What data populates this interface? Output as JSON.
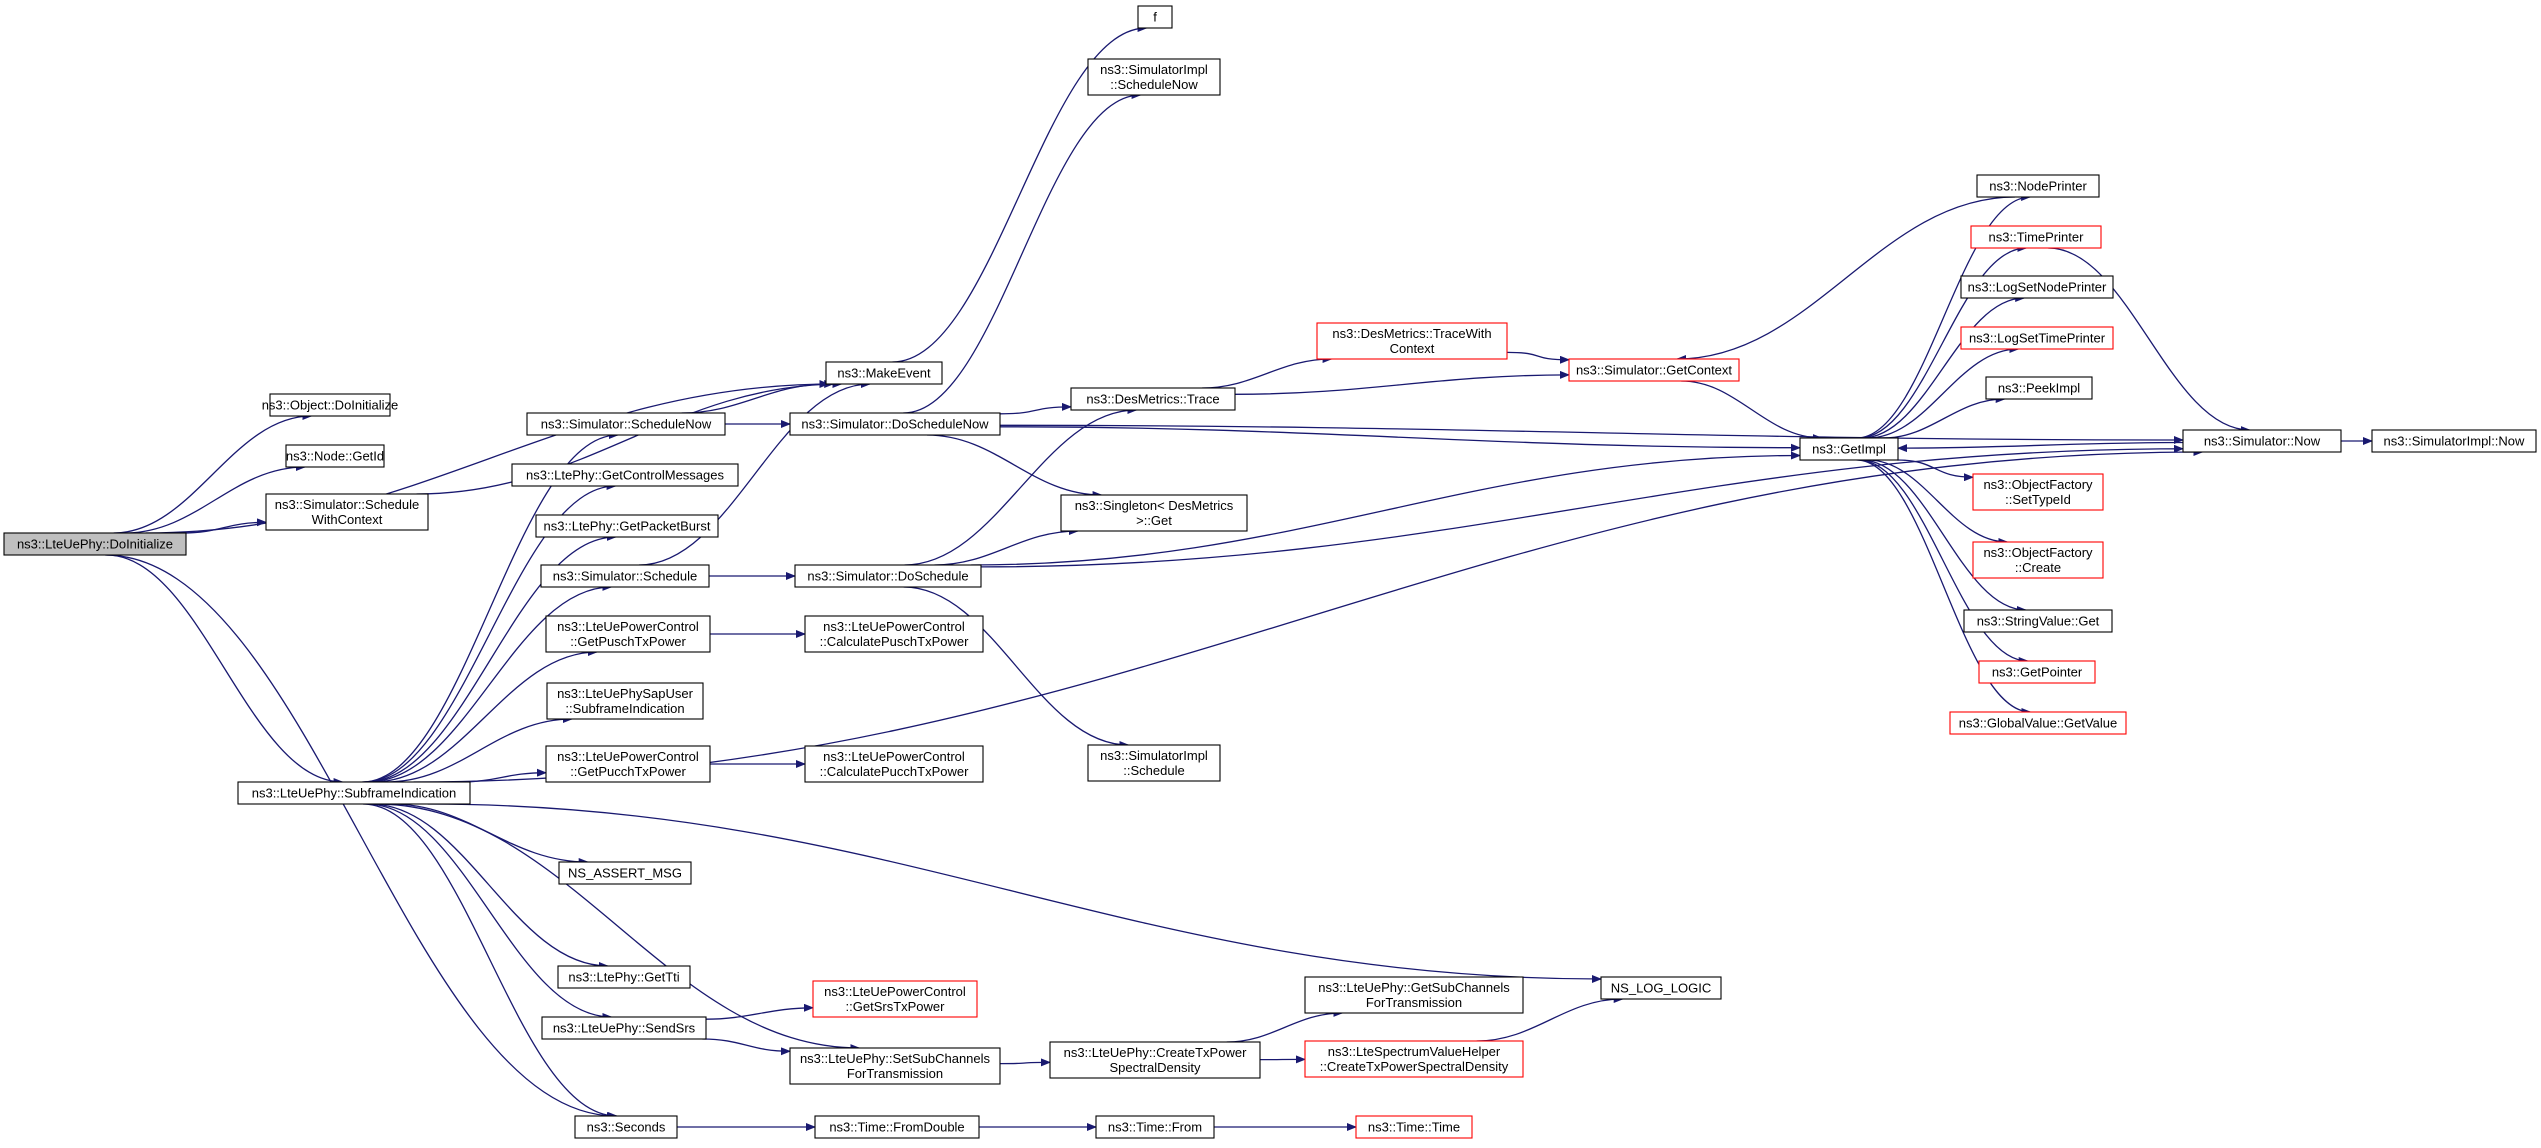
{
  "colors": {
    "edge": "#191970",
    "node_border": "#000000",
    "truncated_border": "#ff0000",
    "root_fill": "#bfbfbf",
    "node_fill": "#ffffff"
  },
  "nodes": [
    {
      "id": "root",
      "lines": [
        "ns3::LteUePhy::DoInitialize"
      ],
      "style": "root"
    },
    {
      "id": "obj_doinit",
      "lines": [
        "ns3::Object::DoInitialize"
      ],
      "style": "normal"
    },
    {
      "id": "node_getid",
      "lines": [
        "ns3::Node::GetId"
      ],
      "style": "normal"
    },
    {
      "id": "sim_schedwc",
      "lines": [
        "ns3::Simulator::Schedule",
        "WithContext"
      ],
      "style": "normal"
    },
    {
      "id": "subframe",
      "lines": [
        "ns3::LteUePhy::SubframeIndication"
      ],
      "style": "normal"
    },
    {
      "id": "sim_schednow",
      "lines": [
        "ns3::Simulator::ScheduleNow"
      ],
      "style": "normal"
    },
    {
      "id": "getctrlmsg",
      "lines": [
        "ns3::LtePhy::GetControlMessages"
      ],
      "style": "normal"
    },
    {
      "id": "getpktburst",
      "lines": [
        "ns3::LtePhy::GetPacketBurst"
      ],
      "style": "normal"
    },
    {
      "id": "sim_schedule",
      "lines": [
        "ns3::Simulator::Schedule"
      ],
      "style": "normal"
    },
    {
      "id": "getpusch",
      "lines": [
        "ns3::LteUePowerControl",
        "::GetPuschTxPower"
      ],
      "style": "normal"
    },
    {
      "id": "sapuser",
      "lines": [
        "ns3::LteUePhySapUser",
        "::SubframeIndication"
      ],
      "style": "normal"
    },
    {
      "id": "getpucch",
      "lines": [
        "ns3::LteUePowerControl",
        "::GetPucchTxPower"
      ],
      "style": "normal"
    },
    {
      "id": "assert",
      "lines": [
        "NS_ASSERT_MSG"
      ],
      "style": "normal"
    },
    {
      "id": "gettti",
      "lines": [
        "ns3::LtePhy::GetTti"
      ],
      "style": "normal"
    },
    {
      "id": "sendsrs",
      "lines": [
        "ns3::LteUePhy::SendSrs"
      ],
      "style": "normal"
    },
    {
      "id": "seconds",
      "lines": [
        "ns3::Seconds"
      ],
      "style": "normal"
    },
    {
      "id": "makeevent",
      "lines": [
        "ns3::MakeEvent"
      ],
      "style": "normal"
    },
    {
      "id": "doschednow",
      "lines": [
        "ns3::Simulator::DoScheduleNow"
      ],
      "style": "normal"
    },
    {
      "id": "dosched",
      "lines": [
        "ns3::Simulator::DoSchedule"
      ],
      "style": "normal"
    },
    {
      "id": "calcpusch",
      "lines": [
        "ns3::LteUePowerControl",
        "::CalculatePuschTxPower"
      ],
      "style": "normal"
    },
    {
      "id": "calcpucch",
      "lines": [
        "ns3::LteUePowerControl",
        "::CalculatePucchTxPower"
      ],
      "style": "normal"
    },
    {
      "id": "getsrs",
      "lines": [
        "ns3::LteUePowerControl",
        "::GetSrsTxPower"
      ],
      "style": "trunc"
    },
    {
      "id": "setsubch",
      "lines": [
        "ns3::LteUePhy::SetSubChannels",
        "ForTransmission"
      ],
      "style": "normal"
    },
    {
      "id": "fromdouble",
      "lines": [
        "ns3::Time::FromDouble"
      ],
      "style": "normal"
    },
    {
      "id": "f",
      "lines": [
        "f"
      ],
      "style": "normal"
    },
    {
      "id": "simimpl_schednow",
      "lines": [
        "ns3::SimulatorImpl",
        "::ScheduleNow"
      ],
      "style": "normal"
    },
    {
      "id": "desmetrics_trace",
      "lines": [
        "ns3::DesMetrics::Trace"
      ],
      "style": "normal"
    },
    {
      "id": "singleton",
      "lines": [
        "ns3::Singleton< DesMetrics",
        " >::Get"
      ],
      "style": "normal"
    },
    {
      "id": "simimpl_sched",
      "lines": [
        "ns3::SimulatorImpl",
        "::Schedule"
      ],
      "style": "normal"
    },
    {
      "id": "createtxpsd",
      "lines": [
        "ns3::LteUePhy::CreateTxPower",
        "SpectralDensity"
      ],
      "style": "normal"
    },
    {
      "id": "time_from",
      "lines": [
        "ns3::Time::From"
      ],
      "style": "normal"
    },
    {
      "id": "tracewithctx",
      "lines": [
        "ns3::DesMetrics::TraceWith",
        "Context"
      ],
      "style": "trunc"
    },
    {
      "id": "getsubch",
      "lines": [
        "ns3::LteUePhy::GetSubChannels",
        "ForTransmission"
      ],
      "style": "normal"
    },
    {
      "id": "spectrumhelper",
      "lines": [
        "ns3::LteSpectrumValueHelper",
        "::CreateTxPowerSpectralDensity"
      ],
      "style": "trunc"
    },
    {
      "id": "time_time",
      "lines": [
        "ns3::Time::Time"
      ],
      "style": "trunc"
    },
    {
      "id": "getcontext",
      "lines": [
        "ns3::Simulator::GetContext"
      ],
      "style": "trunc"
    },
    {
      "id": "ns_log_logic",
      "lines": [
        "NS_LOG_LOGIC"
      ],
      "style": "normal"
    },
    {
      "id": "getimpl",
      "lines": [
        "ns3::GetImpl"
      ],
      "style": "normal"
    },
    {
      "id": "nodeprinter",
      "lines": [
        "ns3::NodePrinter"
      ],
      "style": "normal"
    },
    {
      "id": "timeprinter",
      "lines": [
        "ns3::TimePrinter"
      ],
      "style": "trunc"
    },
    {
      "id": "logsetnode",
      "lines": [
        "ns3::LogSetNodePrinter"
      ],
      "style": "normal"
    },
    {
      "id": "logsettime",
      "lines": [
        "ns3::LogSetTimePrinter"
      ],
      "style": "trunc"
    },
    {
      "id": "peekimpl",
      "lines": [
        "ns3::PeekImpl"
      ],
      "style": "normal"
    },
    {
      "id": "settypeid",
      "lines": [
        "ns3::ObjectFactory",
        "::SetTypeId"
      ],
      "style": "trunc"
    },
    {
      "id": "of_create",
      "lines": [
        "ns3::ObjectFactory",
        "::Create"
      ],
      "style": "trunc"
    },
    {
      "id": "stringvalue",
      "lines": [
        "ns3::StringValue::Get"
      ],
      "style": "normal"
    },
    {
      "id": "getpointer",
      "lines": [
        "ns3::GetPointer"
      ],
      "style": "trunc"
    },
    {
      "id": "globalvalue",
      "lines": [
        "ns3::GlobalValue::GetValue"
      ],
      "style": "trunc"
    },
    {
      "id": "sim_now",
      "lines": [
        "ns3::Simulator::Now"
      ],
      "style": "normal"
    },
    {
      "id": "simimpl_now",
      "lines": [
        "ns3::SimulatorImpl::Now"
      ],
      "style": "normal"
    }
  ],
  "edges": [
    [
      "root",
      "obj_doinit"
    ],
    [
      "root",
      "node_getid"
    ],
    [
      "root",
      "sim_schedwc"
    ],
    [
      "root",
      "makeevent"
    ],
    [
      "root",
      "subframe"
    ],
    [
      "root",
      "seconds"
    ],
    [
      "sim_schedwc",
      "makeevent"
    ],
    [
      "subframe",
      "sim_schednow"
    ],
    [
      "subframe",
      "getctrlmsg"
    ],
    [
      "subframe",
      "getpktburst"
    ],
    [
      "subframe",
      "sim_schedule"
    ],
    [
      "subframe",
      "getpusch"
    ],
    [
      "subframe",
      "sapuser"
    ],
    [
      "subframe",
      "getpucch"
    ],
    [
      "subframe",
      "assert"
    ],
    [
      "subframe",
      "gettti"
    ],
    [
      "subframe",
      "sendsrs"
    ],
    [
      "subframe",
      "setsubch"
    ],
    [
      "subframe",
      "seconds"
    ],
    [
      "subframe",
      "ns_log_logic"
    ],
    [
      "subframe",
      "sim_now"
    ],
    [
      "sim_schednow",
      "makeevent"
    ],
    [
      "sim_schednow",
      "doschednow"
    ],
    [
      "sim_schedule",
      "makeevent"
    ],
    [
      "sim_schedule",
      "dosched"
    ],
    [
      "getpusch",
      "calcpusch"
    ],
    [
      "getpucch",
      "calcpucch"
    ],
    [
      "sendsrs",
      "getsrs"
    ],
    [
      "sendsrs",
      "setsubch"
    ],
    [
      "seconds",
      "fromdouble"
    ],
    [
      "fromdouble",
      "time_from"
    ],
    [
      "time_from",
      "time_time"
    ],
    [
      "makeevent",
      "f"
    ],
    [
      "doschednow",
      "simimpl_schednow"
    ],
    [
      "doschednow",
      "desmetrics_trace"
    ],
    [
      "doschednow",
      "singleton"
    ],
    [
      "doschednow",
      "getimpl"
    ],
    [
      "doschednow",
      "sim_now"
    ],
    [
      "dosched",
      "desmetrics_trace"
    ],
    [
      "dosched",
      "singleton"
    ],
    [
      "dosched",
      "simimpl_sched"
    ],
    [
      "dosched",
      "getimpl"
    ],
    [
      "dosched",
      "sim_now"
    ],
    [
      "setsubch",
      "createtxpsd"
    ],
    [
      "createtxpsd",
      "getsubch"
    ],
    [
      "createtxpsd",
      "spectrumhelper"
    ],
    [
      "spectrumhelper",
      "ns_log_logic"
    ],
    [
      "desmetrics_trace",
      "tracewithctx"
    ],
    [
      "desmetrics_trace",
      "getcontext"
    ],
    [
      "tracewithctx",
      "getcontext"
    ],
    [
      "getcontext",
      "getimpl"
    ],
    [
      "getimpl",
      "nodeprinter"
    ],
    [
      "getimpl",
      "timeprinter"
    ],
    [
      "getimpl",
      "logsetnode"
    ],
    [
      "getimpl",
      "logsettime"
    ],
    [
      "getimpl",
      "peekimpl"
    ],
    [
      "getimpl",
      "settypeid"
    ],
    [
      "getimpl",
      "of_create"
    ],
    [
      "getimpl",
      "stringvalue"
    ],
    [
      "getimpl",
      "getpointer"
    ],
    [
      "getimpl",
      "globalvalue"
    ],
    [
      "nodeprinter",
      "getcontext"
    ],
    [
      "timeprinter",
      "sim_now"
    ],
    [
      "sim_now",
      "getimpl"
    ],
    [
      "sim_now",
      "simimpl_now"
    ]
  ]
}
